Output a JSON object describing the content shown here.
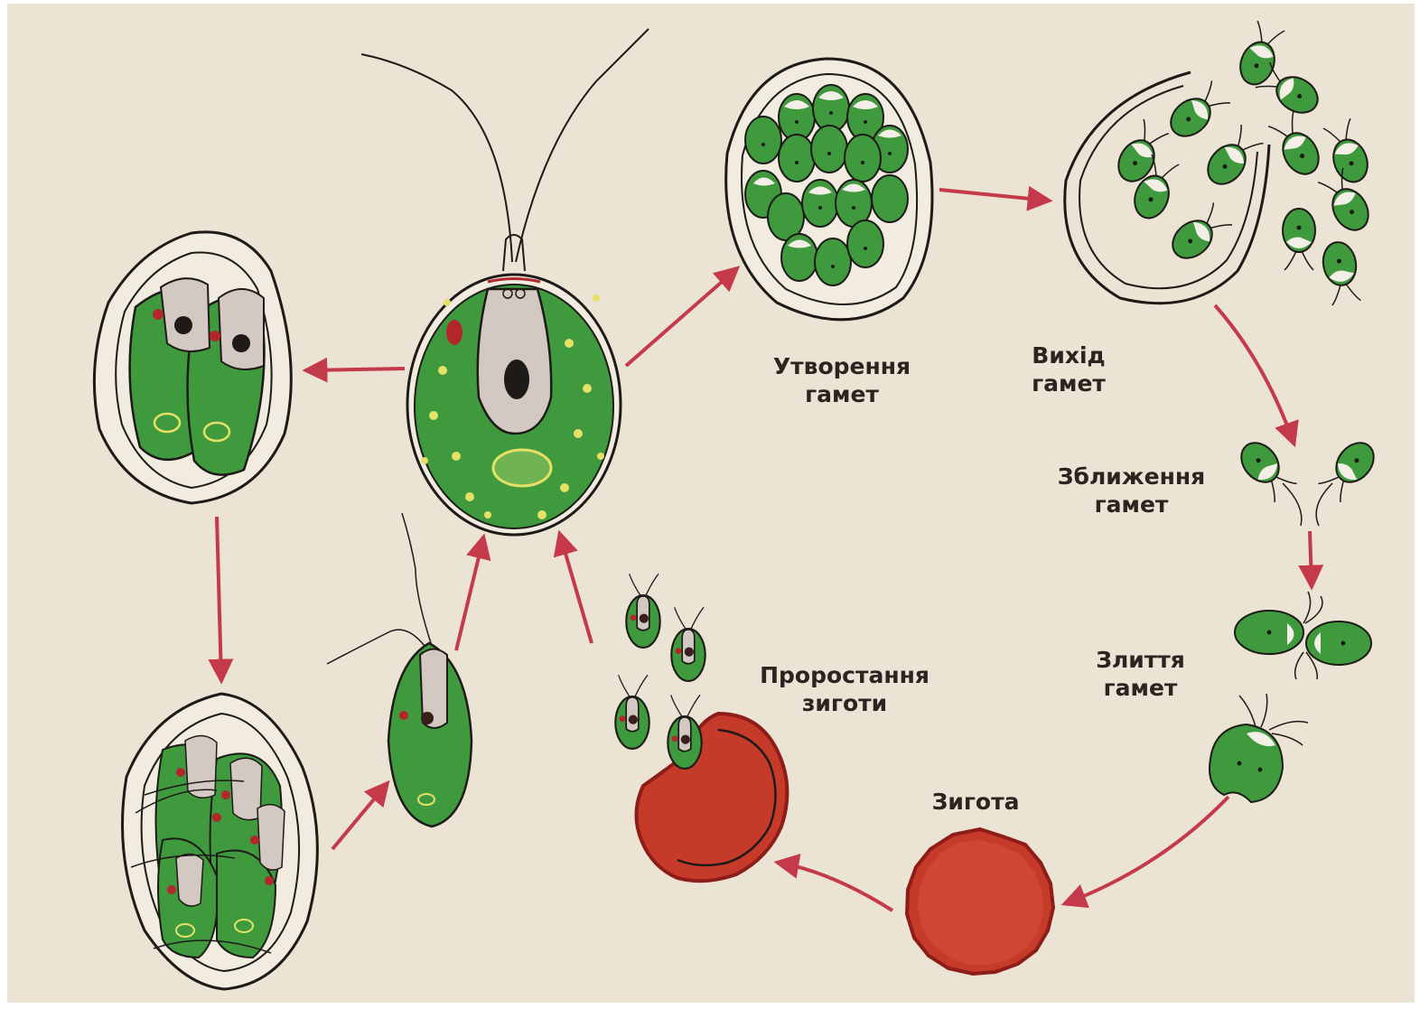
{
  "colors": {
    "paper": "#ebe3d3",
    "cell_green": "#3f9a3e",
    "cell_green_light": "#5cb350",
    "outline": "#1d1a17",
    "nucleus_area": "#d3c9c2",
    "eyespot": "#b3262b",
    "zygote_red": "#c63a2a",
    "arrow": "#c43a4a",
    "pale_spot": "#e6e066"
  },
  "labels": {
    "gamete_formation": [
      "Утворення",
      "гамет"
    ],
    "gamete_release": [
      "Вихід",
      "гамет"
    ],
    "gamete_approach": [
      "Зближення",
      "гамет"
    ],
    "gamete_fusion": [
      "Злиття",
      "гамет"
    ],
    "zygote": [
      "Зигота"
    ],
    "zygote_germination": [
      "Проростання",
      "зиготи"
    ]
  }
}
